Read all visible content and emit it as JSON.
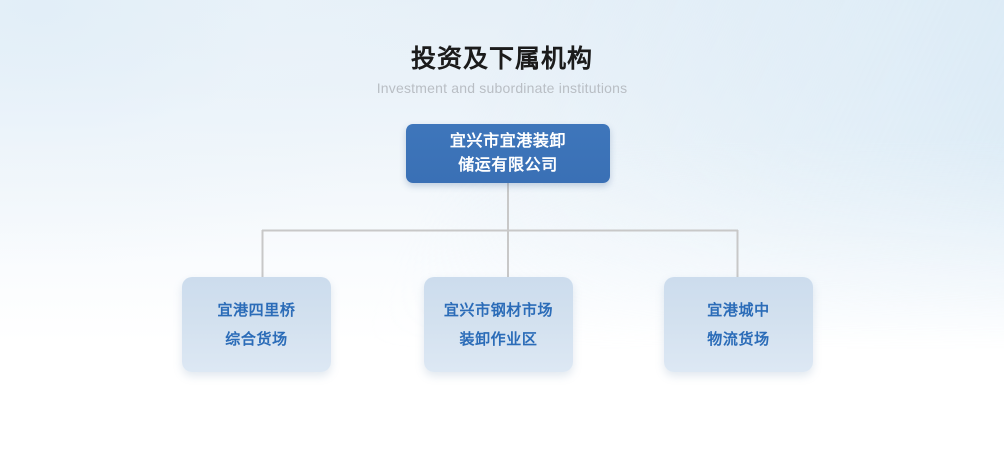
{
  "page": {
    "title_cn": "投资及下属机构",
    "subtitle_en": "Investment and subordinate institutions"
  },
  "colors": {
    "root_fill": "#3a72b8",
    "root_text": "#ffffff",
    "child_fill": "#ccdced",
    "child_text": "#2b6cb8",
    "connector": "#c8c8c8",
    "title_text": "#1b1b1b",
    "subtitle_text": "#b9bec4",
    "background_top": "#e6f0f8",
    "background_bottom": "#ffffff"
  },
  "org_chart": {
    "type": "tree",
    "root": {
      "id": "root",
      "lines": [
        "宜兴市宜港装卸",
        "储运有限公司"
      ],
      "full_name": "宜兴市宜港装卸储运有限公司"
    },
    "children": [
      {
        "id": "child-0",
        "lines": [
          "宜港四里桥",
          "综合货场"
        ],
        "full_name": "宜港四里桥综合货场"
      },
      {
        "id": "child-1",
        "lines": [
          "宜兴市钢材市场",
          "装卸作业区"
        ],
        "full_name": "宜兴市钢材市场装卸作业区"
      },
      {
        "id": "child-2",
        "lines": [
          "宜港城中",
          "物流货场"
        ],
        "full_name": "宜港城中物流货场"
      }
    ]
  }
}
